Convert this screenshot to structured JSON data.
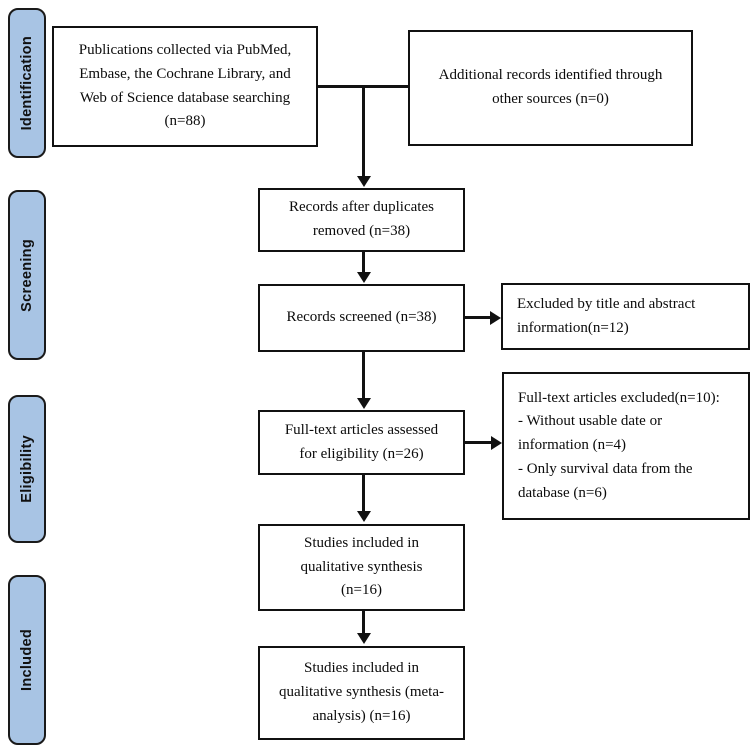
{
  "diagram": {
    "title": "PRISMA study selection flow diagram",
    "accent_pill_fill": "#A8C4E4",
    "accent_pill_stroke": "#1A1A1A",
    "box_stroke": "#111111",
    "background": "#FFFFFF"
  },
  "stages": [
    {
      "id": "identification",
      "label": "Identification"
    },
    {
      "id": "screening",
      "label": "Screening"
    },
    {
      "id": "eligibility",
      "label": "Eligibility"
    },
    {
      "id": "included",
      "label": "Included"
    }
  ],
  "boxes": {
    "records_identified": {
      "text": "Publications collected via PubMed,\nEmbase, the Cochrane Library, and\nWeb of Science database searching\n(n=88)",
      "count": 88
    },
    "additional_records": {
      "text": "Additional records identified through\nother sources (n=0)",
      "count": 0
    },
    "duplicates_removed": {
      "text": "Records after duplicates\nremoved (n=38)",
      "count": 38
    },
    "records_screened": {
      "text": "Records screened (n=38)",
      "count": 38
    },
    "records_excluded": {
      "text": "Excluded by title and abstract\ninformation(n=12)",
      "count": 12
    },
    "fulltext_assessed": {
      "text": "Full-text articles assessed\nfor eligibility (n=26)",
      "count": 26
    },
    "fulltext_excluded": {
      "text": "Full-text articles excluded(n=10):\n    - Without usable date or\ninformation (n=4)\n    - Only survival data from the\ndatabase (n=6)",
      "count": 10,
      "reasons": [
        {
          "label": "Without usable date or information",
          "count": 4
        },
        {
          "label": "Only survival data from the database",
          "count": 6
        }
      ]
    },
    "qualitative_synthesis": {
      "text": "Studies included in\nqualitative synthesis\n(n=16)",
      "count": 16
    },
    "quantitative_synthesis": {
      "text": "Studies included in\nqualitative synthesis (meta-\nanalysis) (n=16)",
      "count": 16
    }
  }
}
